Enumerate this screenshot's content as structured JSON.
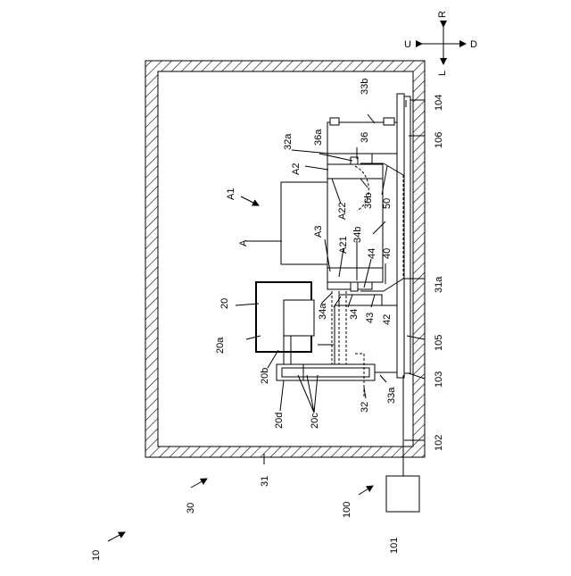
{
  "figure": {
    "labels": {
      "l10": "10",
      "l30": "30",
      "l31": "31",
      "l100": "100",
      "l101": "101",
      "l102": "102",
      "l103": "103",
      "l105": "105",
      "l31a": "31a",
      "l106": "106",
      "l104": "104",
      "l33b": "33b",
      "l32a": "32a",
      "l36a": "36a",
      "l36": "36",
      "l36b": "36b",
      "l50": "50",
      "lA22": "A22",
      "lA2": "A2",
      "lA1": "A1",
      "lA": "A",
      "lA3": "A3",
      "lA21": "A21",
      "l34b": "34b",
      "l44": "44",
      "l40": "40",
      "l20": "20",
      "l20a": "20a",
      "l34a": "34a",
      "l34": "34",
      "l43": "43",
      "l42": "42",
      "l20b": "20b",
      "l20d": "20d",
      "l20c": "20c",
      "l32": "32",
      "l33a": "33a"
    },
    "directions": {
      "U": "U",
      "R": "R",
      "D": "D",
      "L": "L"
    }
  }
}
